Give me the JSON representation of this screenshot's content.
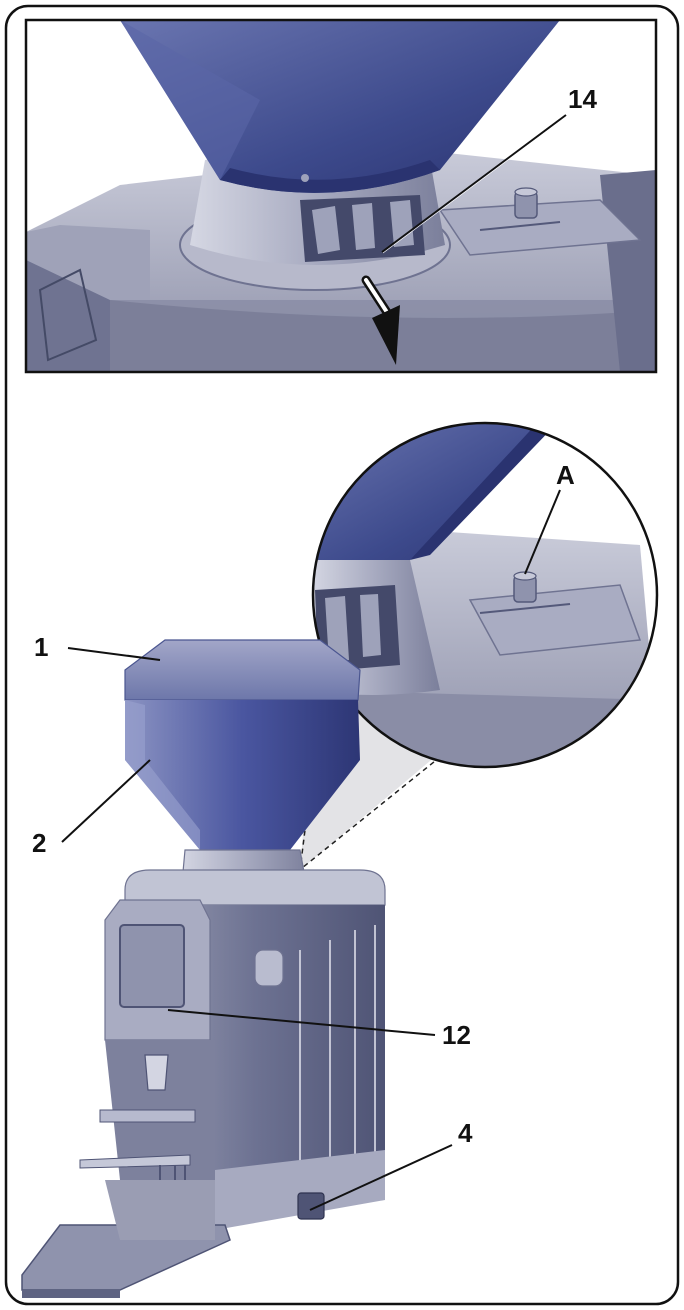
{
  "callouts": {
    "top_part": "14",
    "zoom_part": "A",
    "lid": "1",
    "hopper": "2",
    "display": "12",
    "switch": "4"
  },
  "colors": {
    "body_light": "#b8bacb",
    "body_mid": "#9a9db3",
    "body_dark": "#5f6483",
    "hopper_blue": "#3d4a8c",
    "hopper_blue_dark": "#2a3370",
    "background": "#ffffff",
    "line": "#111111"
  }
}
